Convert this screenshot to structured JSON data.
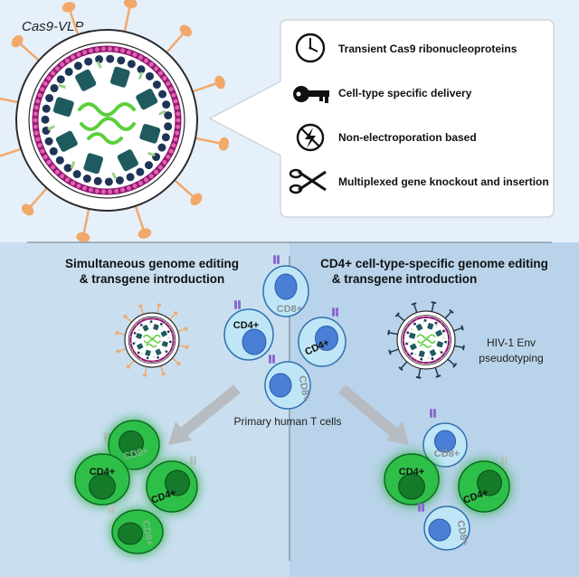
{
  "top_panel": {
    "vlp_label": "Cas9-VLP",
    "features": [
      {
        "icon": "clock-icon",
        "text": "Transient Cas9 ribonucleoproteins"
      },
      {
        "icon": "key-icon",
        "text": "Cell-type specific delivery"
      },
      {
        "icon": "no-electroporation-icon",
        "text": "Non-electroporation based"
      },
      {
        "icon": "scissors-icon",
        "text": "Multiplexed gene knockout and insertion"
      }
    ]
  },
  "left_panel": {
    "title_line1": "Simultaneous genome editing",
    "title_line2": "& transgene introduction"
  },
  "right_panel": {
    "title_line1": "CD4+ cell-type-specific genome editing",
    "title_line2": "& transgene introduction",
    "env_line1": "HIV-1 Env",
    "env_line2": "pseudotyping"
  },
  "center": {
    "caption": "Primary human T cells"
  },
  "cell_labels": {
    "cd4": "CD4+",
    "cd8": "CD8+"
  },
  "colors": {
    "top_bg": "#e6f0fa",
    "left_bg": "#c9dff0",
    "right_bg": "#b9d3ea",
    "cell_fill": "#bfe6f7",
    "nucleus_fill": "#4a7fd6",
    "edited_cell": "#2fbf4a",
    "edited_nucleus": "#157a2a",
    "vlp_membrane": "#8e1a6e",
    "env_spike": "#f1a96b"
  }
}
